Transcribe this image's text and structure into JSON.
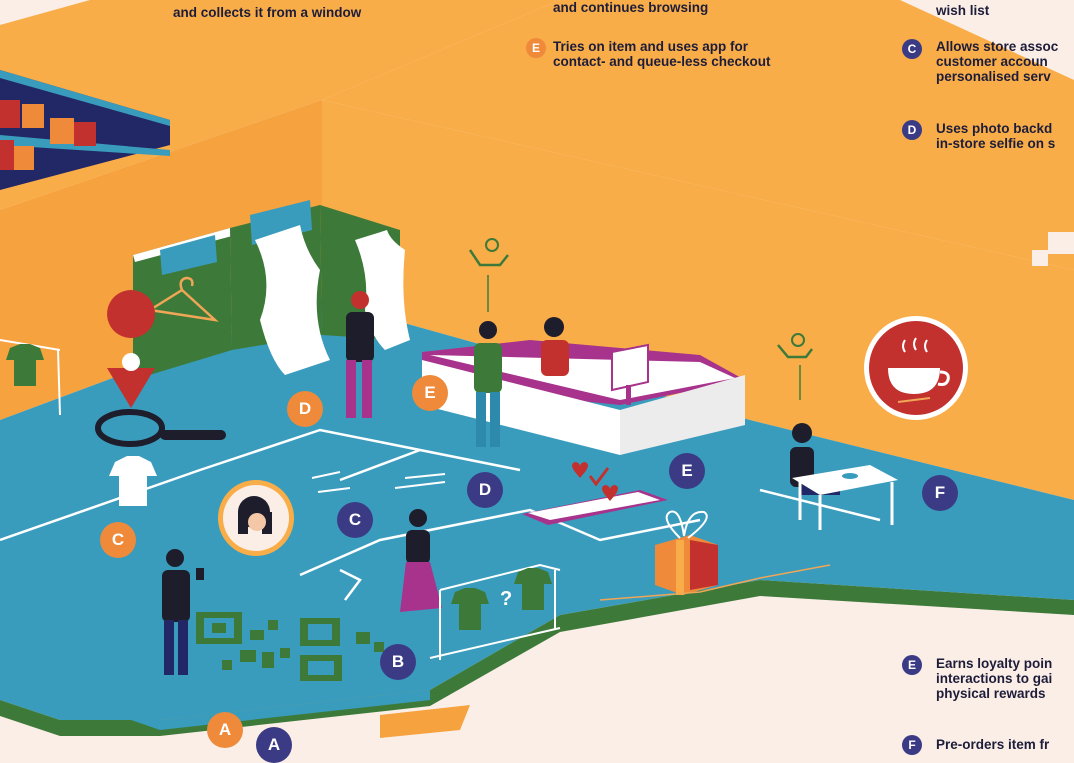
{
  "colors": {
    "background": "#fbeee7",
    "wall": "#f9ad48",
    "floor": "#3a9cbd",
    "edge": "#3d7a3a",
    "orange_badge": "#ee8a3a",
    "navy_badge": "#3b3b85",
    "accent_red": "#c2312e",
    "accent_magenta": "#a7338c"
  },
  "legend": {
    "top_left": "and collects it from a window",
    "top_mid_1": "and continues browsing",
    "top_mid_2_badge": "E",
    "top_mid_2_line1": "Tries on item and uses app for",
    "top_mid_2_line2": "contact- and queue-less checkout",
    "top_right_1": "wish list",
    "top_right_2_badge": "C",
    "top_right_2_line1": "Allows store assoc",
    "top_right_2_line2": "customer accoun",
    "top_right_2_line3": "personalised serv",
    "top_right_3_badge": "D",
    "top_right_3_line1": "Uses photo backd",
    "top_right_3_line2": "in-store selfie on s",
    "bottom_right_1_badge": "E",
    "bottom_right_1_line1": "Earns loyalty poin",
    "bottom_right_1_line2": "interactions to gai",
    "bottom_right_1_line3": "physical rewards",
    "bottom_right_2_badge": "F",
    "bottom_right_2_line1": "Pre-orders item fr"
  },
  "map_badges": {
    "D_orange": "D",
    "E_orange": "E",
    "C_orange": "C",
    "C_navy": "C",
    "D_navy": "D",
    "E_navy": "E",
    "F_navy": "F",
    "B_navy": "B",
    "A_orange": "A",
    "A_navy": "A"
  },
  "icons": [
    "location-pin-icon",
    "magnifier-icon",
    "tshirt-icon",
    "coffee-cup-icon",
    "cart-icon",
    "hanger-icon",
    "heart-icon",
    "gift-icon",
    "qr-code-icon",
    "question-mark-icon"
  ]
}
